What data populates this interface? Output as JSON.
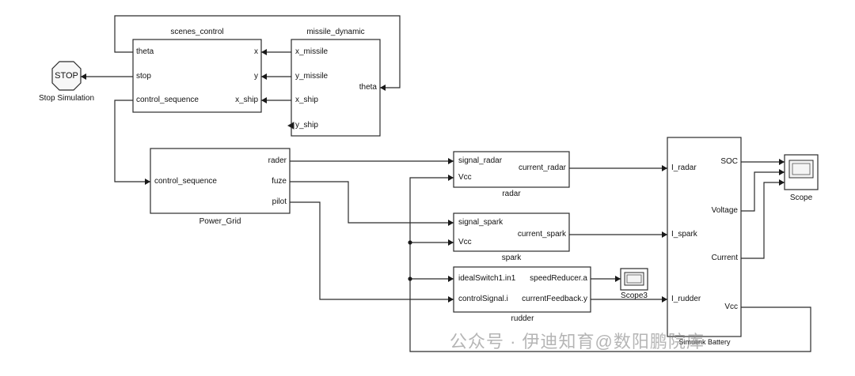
{
  "diagram": {
    "blocks": {
      "scenes_control": {
        "title": "scenes_control",
        "inputs": [
          "theta",
          "stop",
          "control_sequence"
        ],
        "outputs": [
          "x",
          "y",
          "x_ship"
        ]
      },
      "missile_dynamic": {
        "title": "missile_dynamic",
        "inputs": [
          "x_missile",
          "y_missile",
          "x_ship",
          "y_ship"
        ],
        "outputs": [
          "theta"
        ]
      },
      "stop": {
        "symbol": "STOP",
        "title": "Stop Simulation"
      },
      "power_grid": {
        "title": "Power_Grid",
        "inputs": [
          "control_sequence"
        ],
        "outputs": [
          "rader",
          "fuze",
          "pilot"
        ]
      },
      "radar": {
        "title": "radar",
        "inputs": [
          "signal_radar",
          "Vcc"
        ],
        "outputs": [
          "current_radar"
        ]
      },
      "spark": {
        "title": "spark",
        "inputs": [
          "signal_spark",
          "Vcc"
        ],
        "outputs": [
          "current_spark"
        ]
      },
      "rudder": {
        "title": "rudder",
        "inputs": [
          "idealSwitch1.in1",
          "controlSignal.i"
        ],
        "outputs": [
          "speedReducer.a",
          "currentFeedback.y"
        ]
      },
      "battery": {
        "title": "Simulink Battery",
        "inputs": [
          "I_radar",
          "I_spark",
          "I_rudder"
        ],
        "outputs": [
          "SOC",
          "Voltage",
          "Current",
          "Vcc"
        ]
      },
      "scope": {
        "title": "Scope"
      },
      "scope3": {
        "title": "Scope3"
      }
    },
    "watermark": "公众号 · 伊迪知育@数阳鹏院库"
  }
}
